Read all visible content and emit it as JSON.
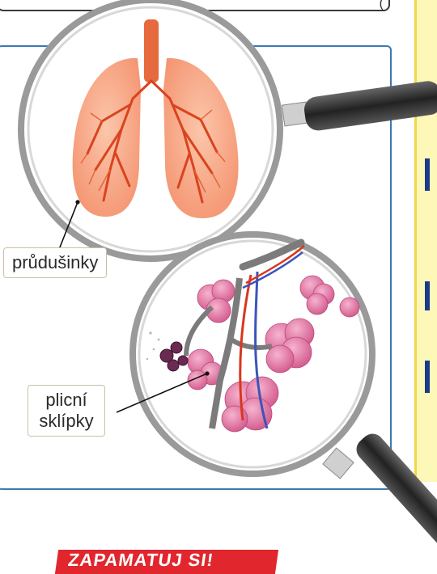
{
  "labels": {
    "bronchioles": "průdušinky",
    "alveoli_line1": "plicní",
    "alveoli_line2": "sklípky"
  },
  "badge": "ZAPAMATUJ SI!",
  "top_frame_glyph": "(",
  "colors": {
    "panel_border": "#3b78b3",
    "note_background": "#fdf7b8",
    "note_border": "#f1d848",
    "badge": "#e1262d",
    "lung": "#f6a07e",
    "bronchi": "#d9441e",
    "alveoli": "#e27aa5"
  },
  "icons": [
    "magnifier-icon",
    "lungs-illustration",
    "alveoli-illustration"
  ]
}
